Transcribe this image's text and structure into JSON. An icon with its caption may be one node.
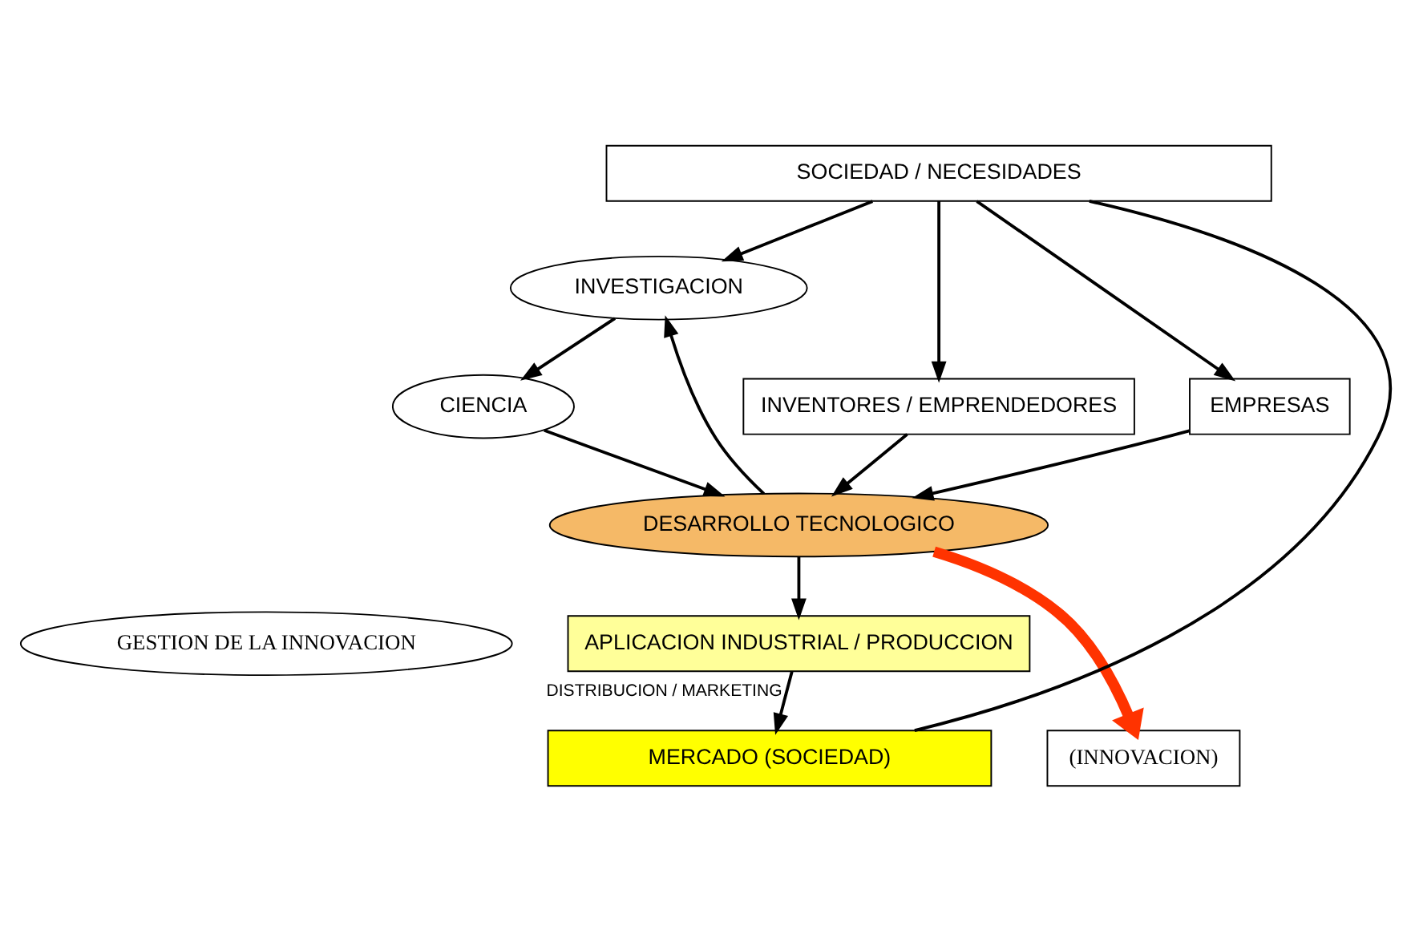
{
  "diagram": {
    "nodes": [
      {
        "text": [
          "SOCIEDAD / NECESIDADES"
        ]
      },
      {
        "text": [
          "INVESTIGACION"
        ]
      },
      {
        "text": [
          "INVENTORES / EMPRENDEDORES"
        ]
      },
      {
        "text": [
          "EMPRESAS"
        ]
      },
      {
        "text": [
          "DESARROLLO TECNOLOGICO"
        ]
      },
      {
        "text": [
          "CIENCIA"
        ]
      },
      {
        "text": [
          "GESTION DE LA INNOVACION"
        ]
      },
      {
        "text": [
          "APLICACION INDUSTRIAL / PRODUCCION"
        ]
      },
      {
        "text": [
          "MERCADO (SOCIEDAD)"
        ]
      },
      {
        "text": [
          "(INNOVACION)"
        ]
      }
    ],
    "edges": [
      {
        "from": 0,
        "to": 1,
        "arrow": "to"
      },
      {
        "from": 0,
        "to": 2,
        "arrow": "to"
      },
      {
        "from": 0,
        "to": 3,
        "arrow": "to"
      },
      {
        "from": 2,
        "to": 4,
        "arrow": "to"
      },
      {
        "from": 3,
        "to": 4,
        "arrow": "to"
      },
      {
        "from": 4,
        "to": 1,
        "arrow": "to"
      },
      {
        "from": 1,
        "to": 5,
        "arrow": "to"
      },
      {
        "from": 5,
        "to": 4,
        "arrow": "to"
      },
      {
        "from": 4,
        "to": 7,
        "arrow": "to"
      },
      {
        "from": 7,
        "to": 8,
        "arrow": "to",
        "label": "DISTRIBUCION / MARKETING"
      },
      {
        "from": 4,
        "to": 9,
        "arrow": "to",
        "style": "thick",
        "color": "#ff3300"
      },
      {
        "from": 8,
        "to": 0,
        "arrow": "none"
      }
    ]
  }
}
